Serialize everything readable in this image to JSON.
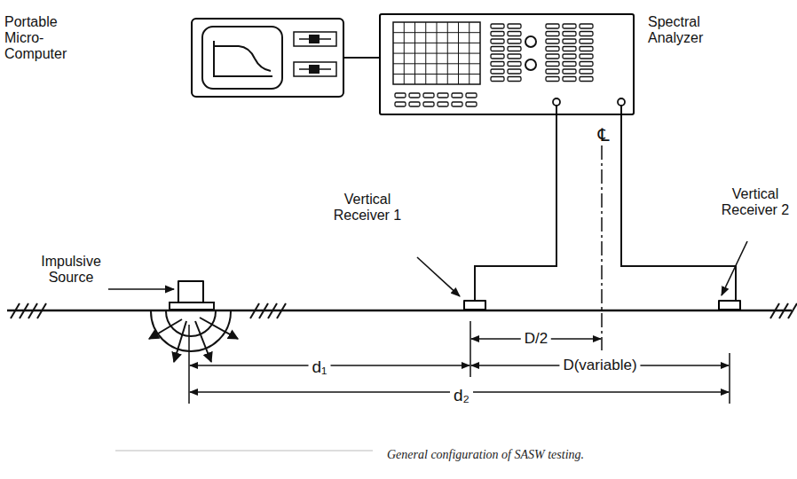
{
  "diagram": {
    "caption": "General configuration of SASW testing.",
    "nodes": [
      {
        "text": [
          "Portable Micro-Computer"
        ]
      },
      {
        "text": [
          "Spectral Analyzer"
        ]
      },
      {
        "text": [
          "Impulsive Source"
        ]
      },
      {
        "text": [
          "Vertical Receiver 1"
        ]
      },
      {
        "text": [
          "Vertical Receiver 2"
        ]
      }
    ],
    "edges": [
      {
        "from": 0,
        "to": 1,
        "arrow": "none"
      },
      {
        "from": 1,
        "to": 3,
        "arrow": "none"
      },
      {
        "from": 1,
        "to": 4,
        "arrow": "none"
      }
    ],
    "labels": [
      "℄",
      "D/2",
      "d₁",
      "D(variable)",
      "d₂"
    ]
  }
}
